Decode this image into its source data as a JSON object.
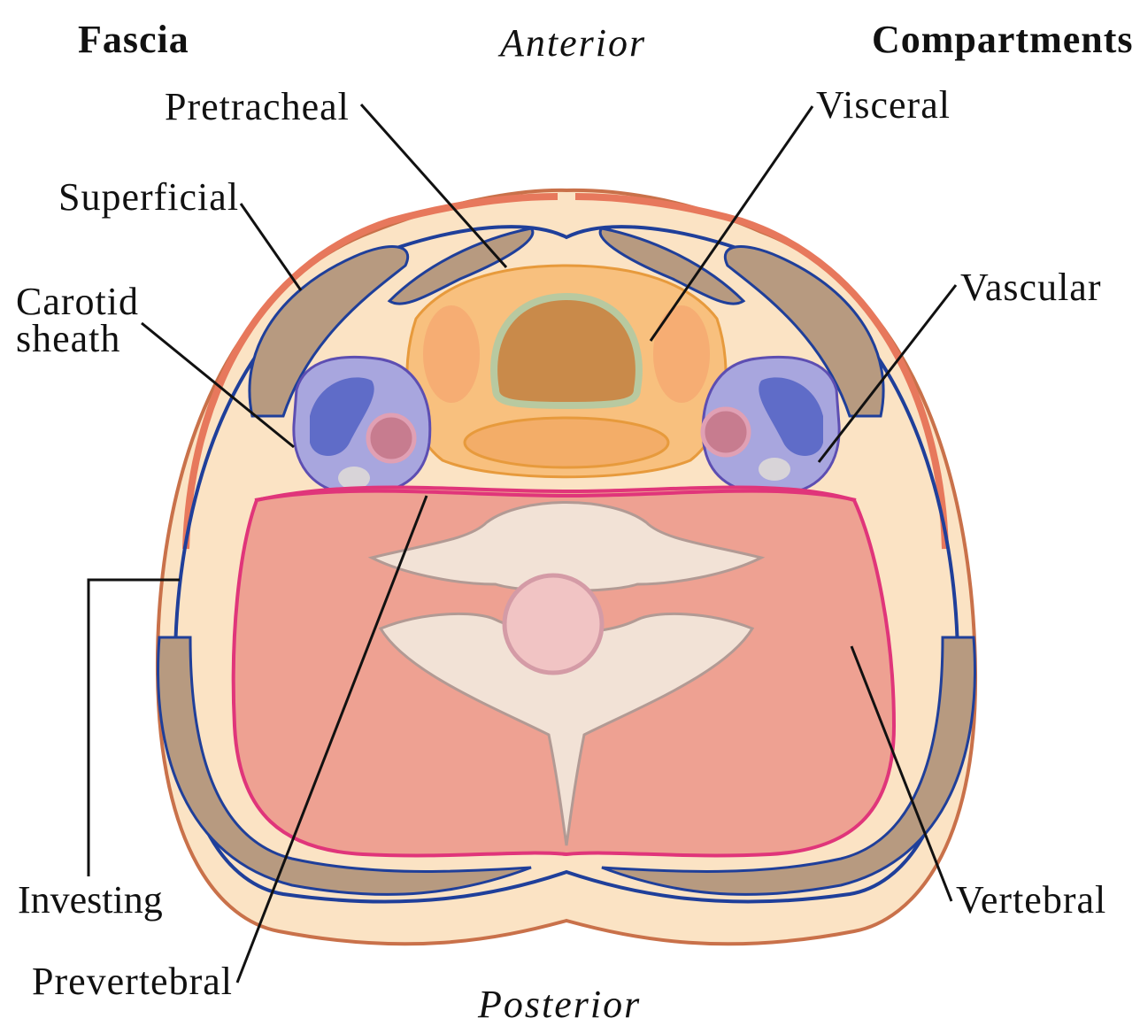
{
  "headers": {
    "fascia": "Fascia",
    "compartments": "Compartments",
    "anterior": "Anterior",
    "posterior": "Posterior"
  },
  "fascia_labels": {
    "pretracheal": "Pretracheal",
    "superficial": "Superficial",
    "carotid_sheath": "Carotid sheath",
    "investing": "Investing",
    "prevertebral": "Prevertebral"
  },
  "compartment_labels": {
    "visceral": "Visceral",
    "vascular": "Vascular",
    "vertebral": "Vertebral"
  },
  "colors": {
    "skin": "#fbe3c4",
    "skin_border": "#c9714a",
    "platysma": "#e7785c",
    "investing_fascia": "#1f3f9a",
    "prevertebral_fascia": "#e0357a",
    "muscle_strap": "#b79a80",
    "visceral_fill": "#f8c07e",
    "vertebral_muscle": "#eea192",
    "vascular_fill": "#a8a6de",
    "vein": "#5f6cc8",
    "artery": "#c77c8f",
    "bone": "#f2e2d6",
    "leader_line": "#111111"
  }
}
